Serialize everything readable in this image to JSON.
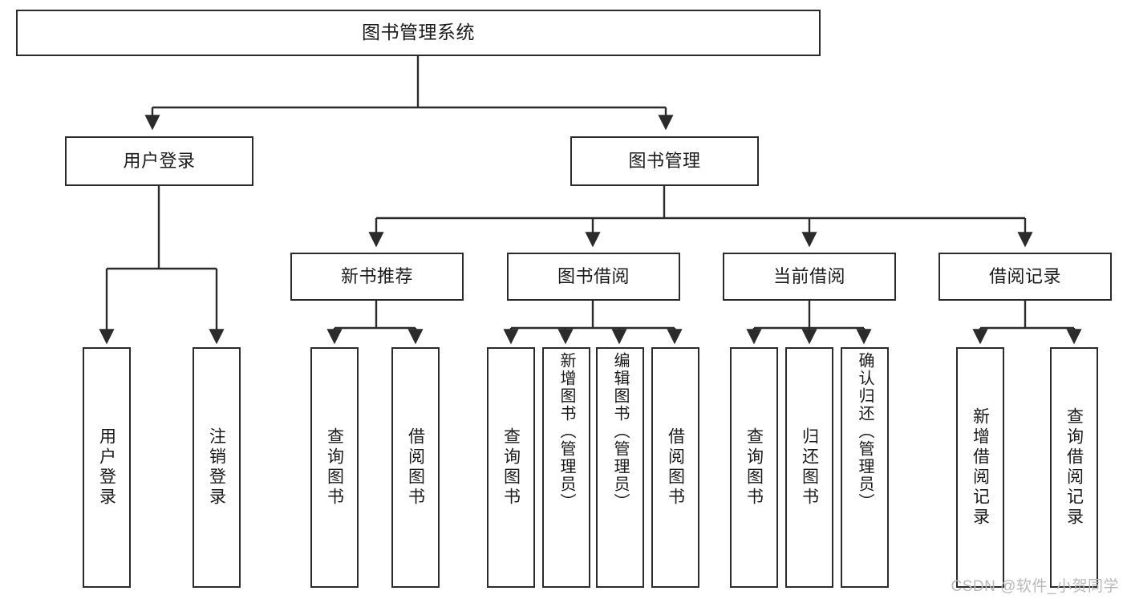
{
  "diagram": {
    "title": "图书管理系统",
    "type": "hierarchy-tree",
    "watermark": "CSDN @软件_小贺同学",
    "colors": {
      "box_border": "#2b2b2b",
      "box_fill": "#ffffff",
      "edge": "#2b2b2b",
      "background": "#ffffff",
      "watermark": "#b9b9b9"
    },
    "root": {
      "label": "图书管理系统"
    },
    "level2": [
      {
        "label": "用户登录"
      },
      {
        "label": "图书管理"
      }
    ],
    "level3": [
      {
        "label": "新书推荐"
      },
      {
        "label": "图书借阅"
      },
      {
        "label": "当前借阅"
      },
      {
        "label": "借阅记录"
      }
    ],
    "leaves": {
      "user_login": [
        {
          "label": "用户登录"
        },
        {
          "label": "注销登录"
        }
      ],
      "new_book_recommend": [
        {
          "label": "查询图书"
        },
        {
          "label": "借阅图书"
        }
      ],
      "book_borrow": [
        {
          "label": "查询图书"
        },
        {
          "label": "新增图书（管理员）"
        },
        {
          "label": "编辑图书（管理员）"
        },
        {
          "label": "借阅图书"
        }
      ],
      "current_borrow": [
        {
          "label": "查询图书"
        },
        {
          "label": "归还图书"
        },
        {
          "label": "确认归还（管理员）"
        }
      ],
      "borrow_record": [
        {
          "label": "新增借阅记录"
        },
        {
          "label": "查询借阅记录"
        }
      ]
    }
  }
}
